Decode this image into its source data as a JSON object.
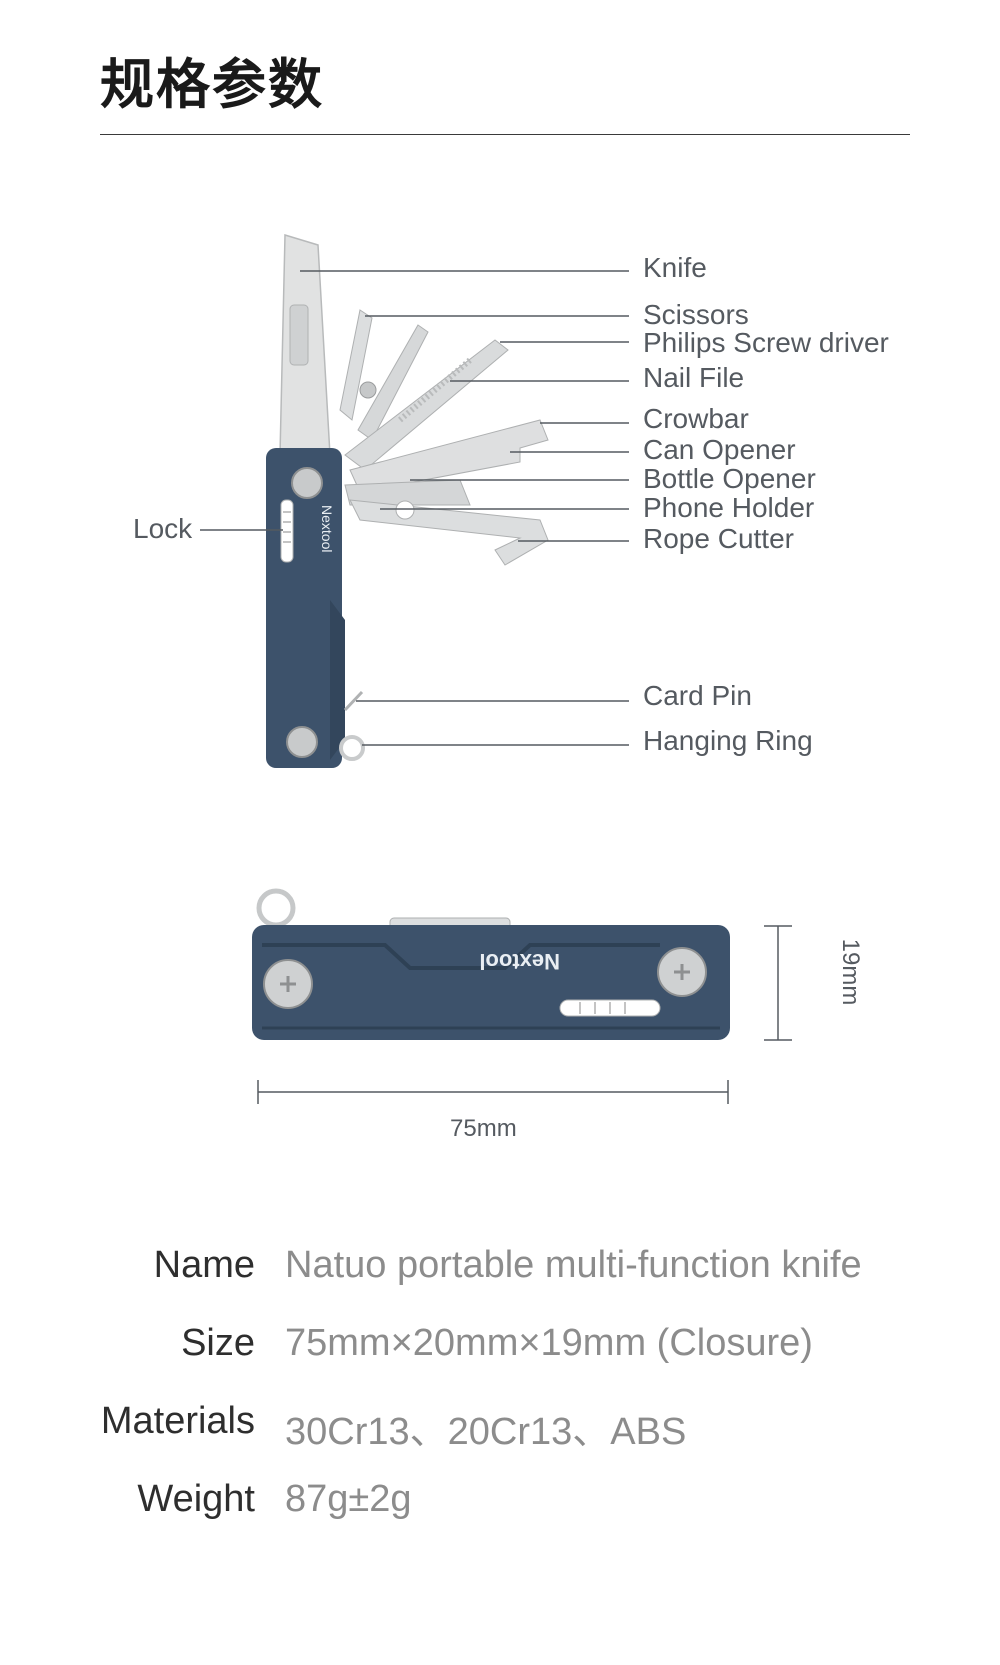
{
  "heading": "规格参数",
  "callouts": {
    "knife": "Knife",
    "scissors": "Scissors",
    "philips": "Philips Screw driver",
    "nail_file": "Nail File",
    "crowbar": "Crowbar",
    "can_opener": "Can Opener",
    "bottle_opener": "Bottle Opener",
    "phone_holder": "Phone Holder",
    "rope_cutter": "Rope Cutter",
    "card_pin": "Card Pin",
    "hanging_ring": "Hanging Ring",
    "lock": "Lock"
  },
  "brand": "Nextool",
  "dimensions": {
    "length": "75mm",
    "height": "19mm"
  },
  "specs": {
    "name_key": "Name",
    "name_val": "Natuo portable multi-function knife",
    "size_key": "Size",
    "size_val": "75mm×20mm×19mm (Closure)",
    "materials_key": "Materials",
    "materials_val": "30Cr13、20Cr13、ABS",
    "weight_key": "Weight",
    "weight_val": "87g±2g"
  },
  "colors": {
    "handle": "#3d526b",
    "steel": "#d9dbdc",
    "line": "#555a60"
  }
}
